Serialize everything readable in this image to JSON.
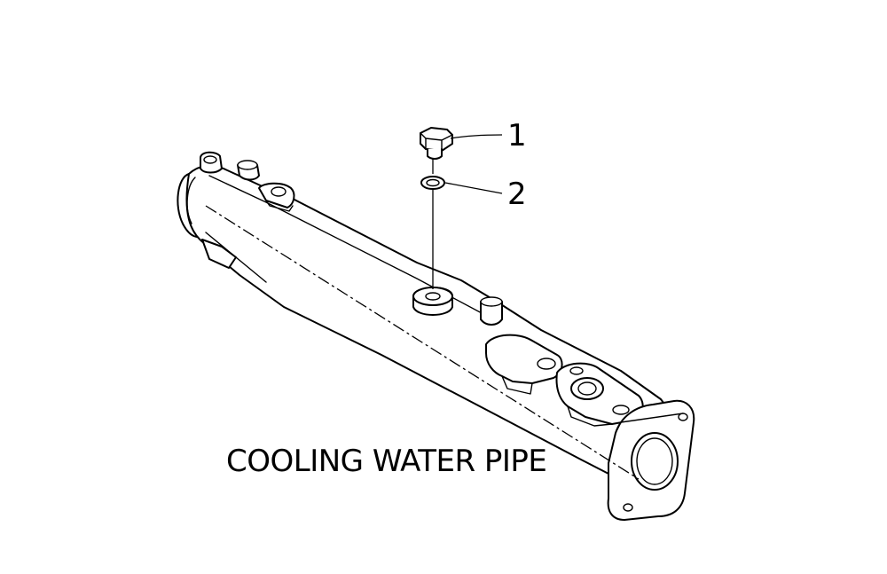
{
  "diagram": {
    "title": "COOLING WATER PIPE",
    "parts": [
      {
        "number": "1",
        "icon": "drain-plug-icon"
      },
      {
        "number": "2",
        "icon": "sealing-washer-icon"
      }
    ],
    "line_color": "#000000",
    "background": "#ffffff"
  }
}
